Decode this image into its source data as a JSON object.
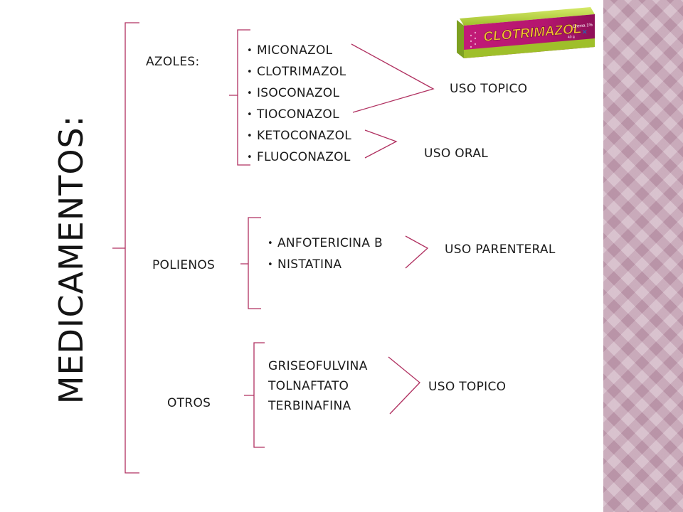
{
  "title": "MEDICAMENTOS:",
  "groups": {
    "azoles": {
      "label": "AZOLES:",
      "items": [
        "MICONAZOL",
        "CLOTRIMAZOL",
        "ISOCONAZOL",
        "TIOCONAZOL",
        "KETOCONAZOL",
        "FLUOCONAZOL"
      ],
      "use_topical": "USO TOPICO",
      "use_oral": "USO ORAL"
    },
    "polienos": {
      "label": "POLIENOS",
      "items": [
        "ANFOTERICINA B",
        "NISTATINA"
      ],
      "use": "USO PARENTERAL"
    },
    "otros": {
      "label": "OTROS",
      "items": [
        "GRISEOFULVINA",
        "TOLNAFTATO",
        "TERBINAFINA"
      ],
      "use": "USO TOPICO"
    }
  },
  "product_image": {
    "brand": "CLOTRIMAZOL",
    "variant": "Crema 1%",
    "weight": "40 g"
  },
  "colors": {
    "connector": "#b03060",
    "side_pattern": "#c9a9ba",
    "box_green": "#9fbf2a",
    "box_magenta": "#c21a78",
    "brand_text": "#f2c230"
  }
}
